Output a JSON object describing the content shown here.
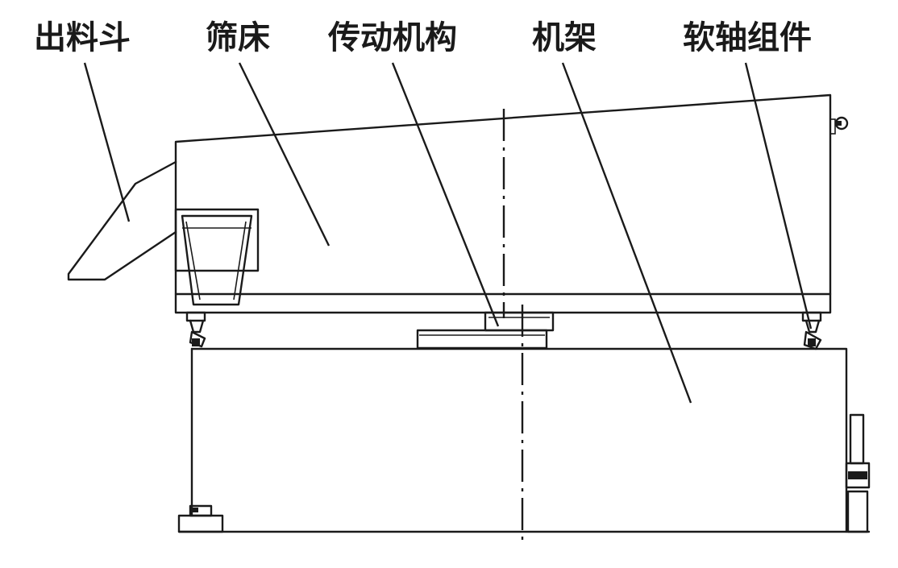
{
  "labels": {
    "discharge_hopper": "出料斗",
    "screen_bed": "筛床",
    "drive_mechanism": "传动机构",
    "frame": "机架",
    "flexible_shaft_assembly": "软轴组件"
  }
}
